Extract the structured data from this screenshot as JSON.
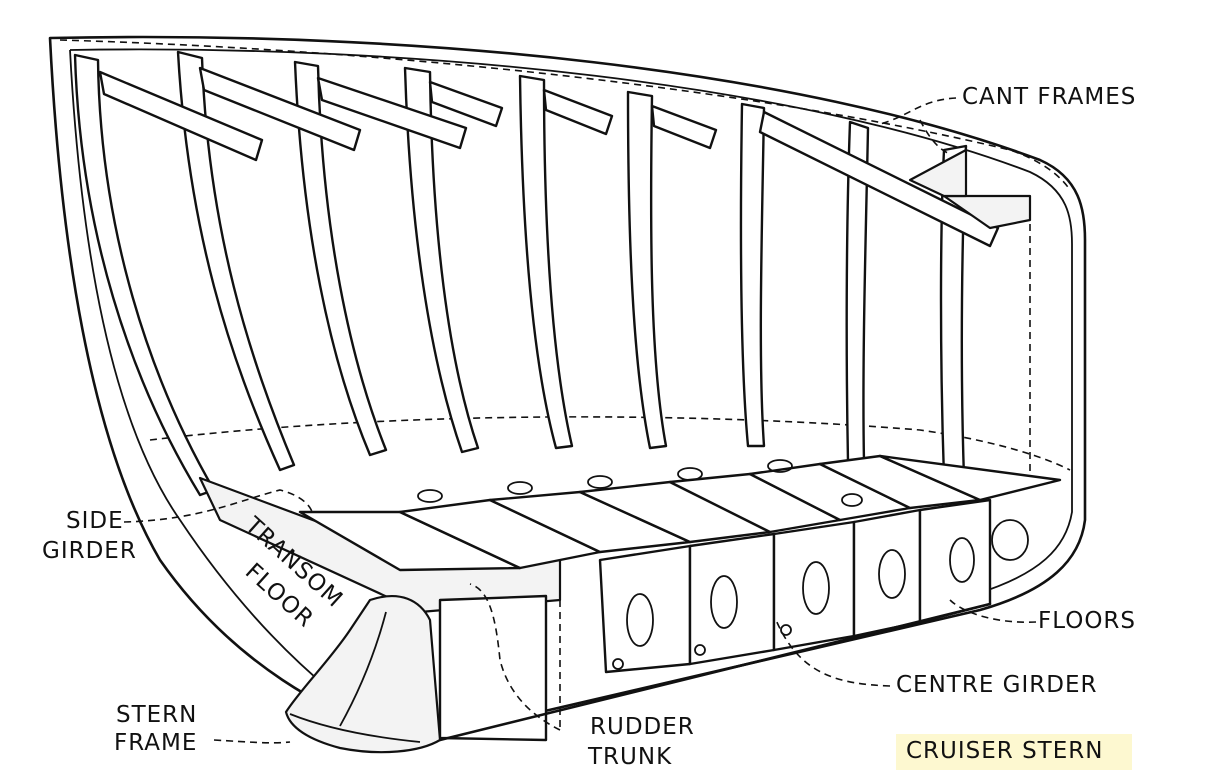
{
  "labels": {
    "cant_frames": "CANT FRAMES",
    "side_girder_1": "SIDE",
    "side_girder_2": "GIRDER",
    "transom_floor_1": "TRANSOM",
    "transom_floor_2": "FLOOR",
    "floors": "FLOORS",
    "centre_girder": "CENTRE GIRDER",
    "stern_frame_1": "STERN",
    "stern_frame_2": "FRAME",
    "rudder_trunk_1": "RUDDER",
    "rudder_trunk_2": "TRUNK",
    "caption": "CRUISER STERN"
  },
  "colors": {
    "ink": "#111111",
    "paper": "#ffffff",
    "caption_highlight": "#fdf8d0"
  }
}
